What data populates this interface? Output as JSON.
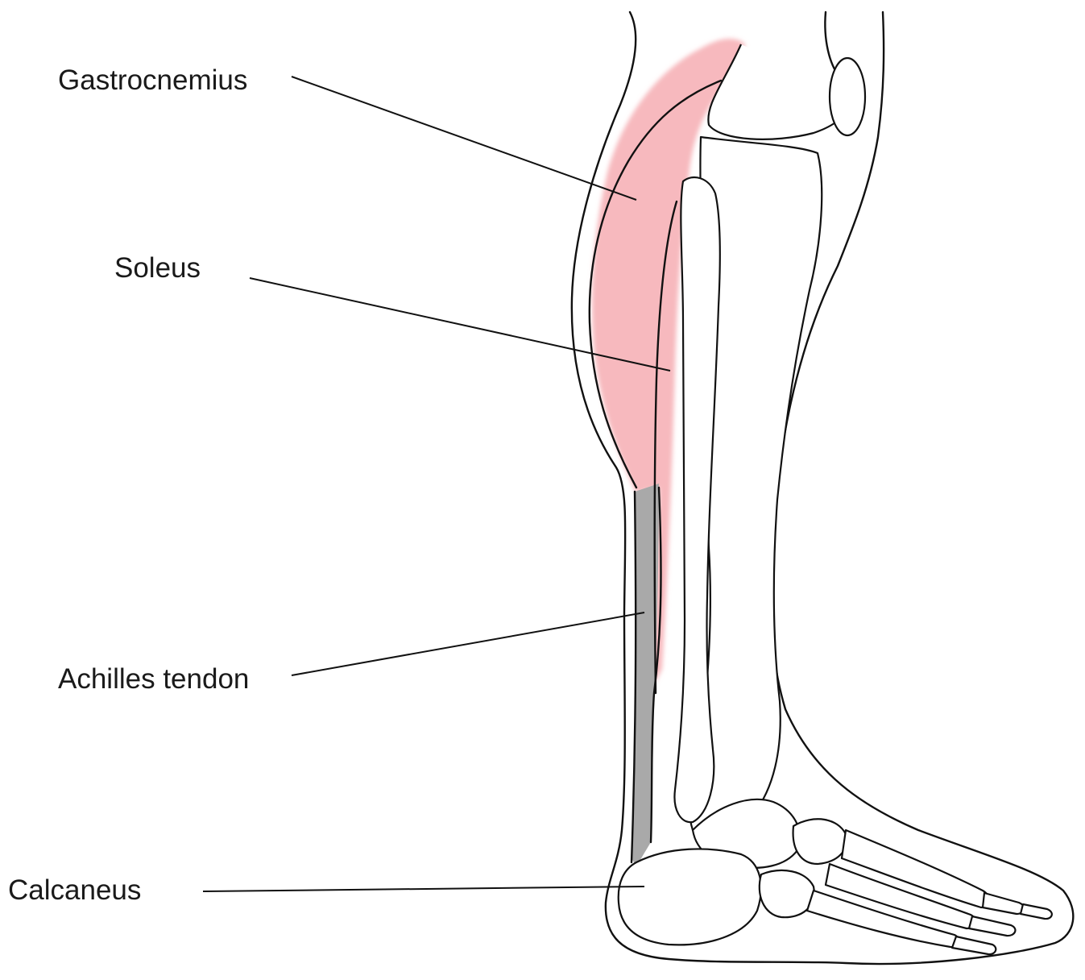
{
  "colors": {
    "muscle": "#f7b9be",
    "tendon": "#a9a9a9",
    "line": "#111111",
    "background": "#ffffff"
  },
  "labels": {
    "gastrocnemius": "Gastrocnemius",
    "soleus": "Soleus",
    "achilles": "Achilles tendon",
    "calcaneus": "Calcaneus"
  }
}
